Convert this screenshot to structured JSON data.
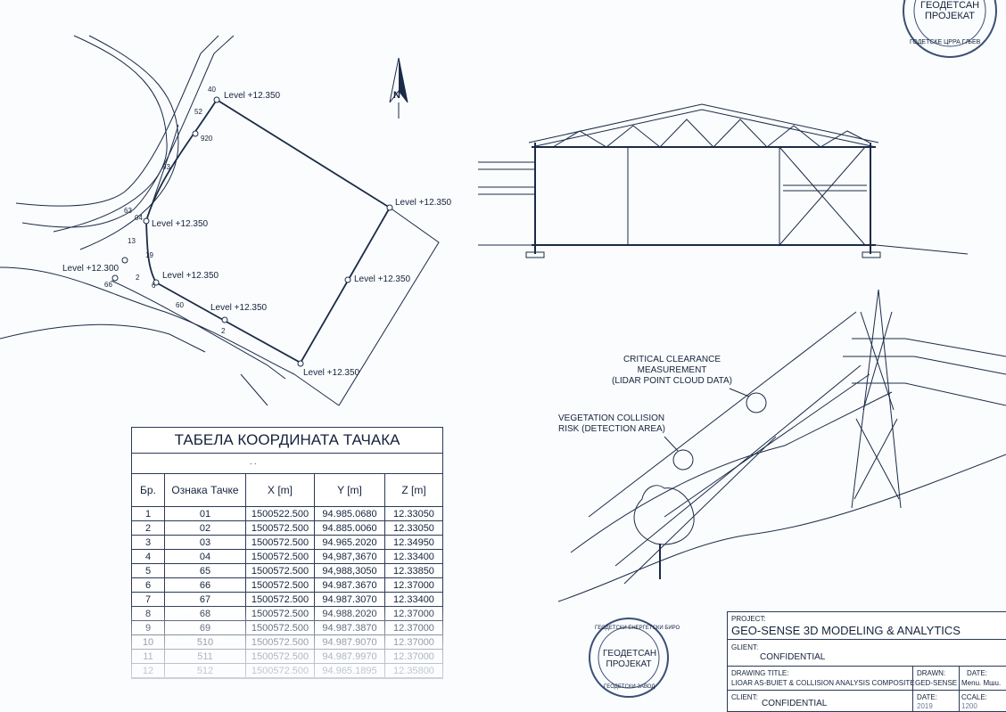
{
  "site_plan": {
    "north_label": "N",
    "levels": [
      "Level +12.350",
      "Level +12.350",
      "Level +12.350",
      "Level +12.350",
      "Level +12.350",
      "Level +12.350",
      "Level +12.300",
      "Level +12.350"
    ],
    "point_numbers": [
      "40",
      "52",
      "920",
      "93",
      "63",
      "04",
      "13",
      "19",
      "2",
      "6",
      "66",
      "60",
      "2"
    ]
  },
  "coordinate_table": {
    "title": "ТАБЕЛА КООРДИНАТА ТАЧАКА",
    "subtitle": ". .",
    "headers": [
      "Бр.",
      "Ознака Тачке",
      "X [m]",
      "Y [m]",
      "Z [m]"
    ],
    "rows": [
      [
        "1",
        "01",
        "1500522.500",
        "94.985.0680",
        "12.33050"
      ],
      [
        "2",
        "02",
        "1500572.500",
        "94.885.0060",
        "12.33050"
      ],
      [
        "3",
        "03",
        "1500572.500",
        "94.965.2020",
        "12.34950"
      ],
      [
        "4",
        "04",
        "1500572.500",
        "94,987,3670",
        "12.33400"
      ],
      [
        "5",
        "65",
        "1500572.500",
        "94,988,3050",
        "12.33850"
      ],
      [
        "6",
        "66",
        "1500572.500",
        "94.987.3670",
        "12.37000"
      ],
      [
        "7",
        "67",
        "1500572.500",
        "94.987.3070",
        "12.33400"
      ],
      [
        "8",
        "68",
        "1500572.500",
        "94.988.2020",
        "12.37000"
      ],
      [
        "9",
        "69",
        "1500572.500",
        "94.987.3870",
        "12.37000"
      ],
      [
        "10",
        "510",
        "1500572.500",
        "94.987.9070",
        "12.37000"
      ],
      [
        "11",
        "511",
        "1500572.500",
        "94.987.9970",
        "12.37000"
      ],
      [
        "12",
        "512",
        "1500572.500",
        "94.965.1895",
        "12.35800"
      ]
    ]
  },
  "powerline": {
    "critical_note": [
      "CRITICAL CLEARANCE",
      "MEASUREMENT",
      "(LIDAR POINT CLOUD DATA)"
    ],
    "vegetation_note": [
      "VEGETATION COLLISION",
      "RISK (DETECTION AREA)"
    ]
  },
  "stamp": {
    "line1": "ГЕОДЕТСАН",
    "line2": "ПРОЈЕКАТ",
    "ring_top": "ГЕОДЕТСКИ ЕНЕРГЕТСКИ БИРО",
    "ring_bottom": "ГЕОДЕТСКИ ЗАВОД",
    "corner_ring": "ГОДЕТСКЕ ЦРРА ГЉЕВ"
  },
  "title_block": {
    "project_key": "PROJECT:",
    "project_value": "GEO-SENSE 3D MODELING & ANALYTICS",
    "client_key": "GLIENT:",
    "client_value": "CONFIDENTIAL",
    "drawing_title_key": "DRAWING TITLE:",
    "drawing_title_value": "LIOAR AS-BUIET & COLLISION ANALYSIS COMPOSITE",
    "drawn_key": "DRAWN:",
    "drawn_value": "GED-SENSE",
    "date_key": "DATE:",
    "date_value": "Menu. Mшu.",
    "client2_key": "CLIENT:",
    "client2_value": "CONFIDENTIAL",
    "date2_key": "DATE:",
    "date2_value": "2019",
    "scale_key": "CCALE:",
    "scale_value": "1200"
  }
}
